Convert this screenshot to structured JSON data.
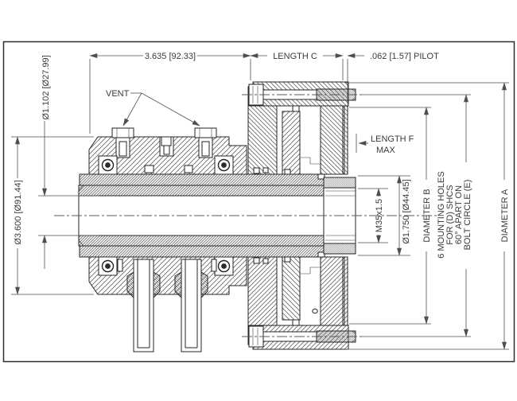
{
  "title": "mechanical-coupling-cross-section-drawing",
  "labels": {
    "dim_overall": "3.635 [92.33]",
    "dim_length_c": "LENGTH C",
    "dim_pilot": ".062 [1.57] PILOT",
    "dim_bore": "Ø1.102 [Ø27.99]",
    "dim_od": "Ø3.600 [Ø91.44]",
    "vent": "VENT",
    "length_f_line1": "LENGTH F",
    "length_f_line2": "MAX",
    "dim_thread": "M35x1.5",
    "dim_shaft_end": "Ø1.750 [Ø44.45]",
    "dia_b": "DIAMETER B",
    "mount_line1": "6 MOUNTING HOLES",
    "mount_line2": "FOR (D) SHCS",
    "mount_line3": "60° APART ON",
    "mount_line4": "BOLT CIRCLE (E)",
    "dia_a": "DIAMETER A"
  },
  "colors": {
    "background": "#ffffff",
    "outline": "#242424",
    "dimension_line": "#4e4e4e",
    "text": "#3a3a3a",
    "hatch": "#555555"
  }
}
